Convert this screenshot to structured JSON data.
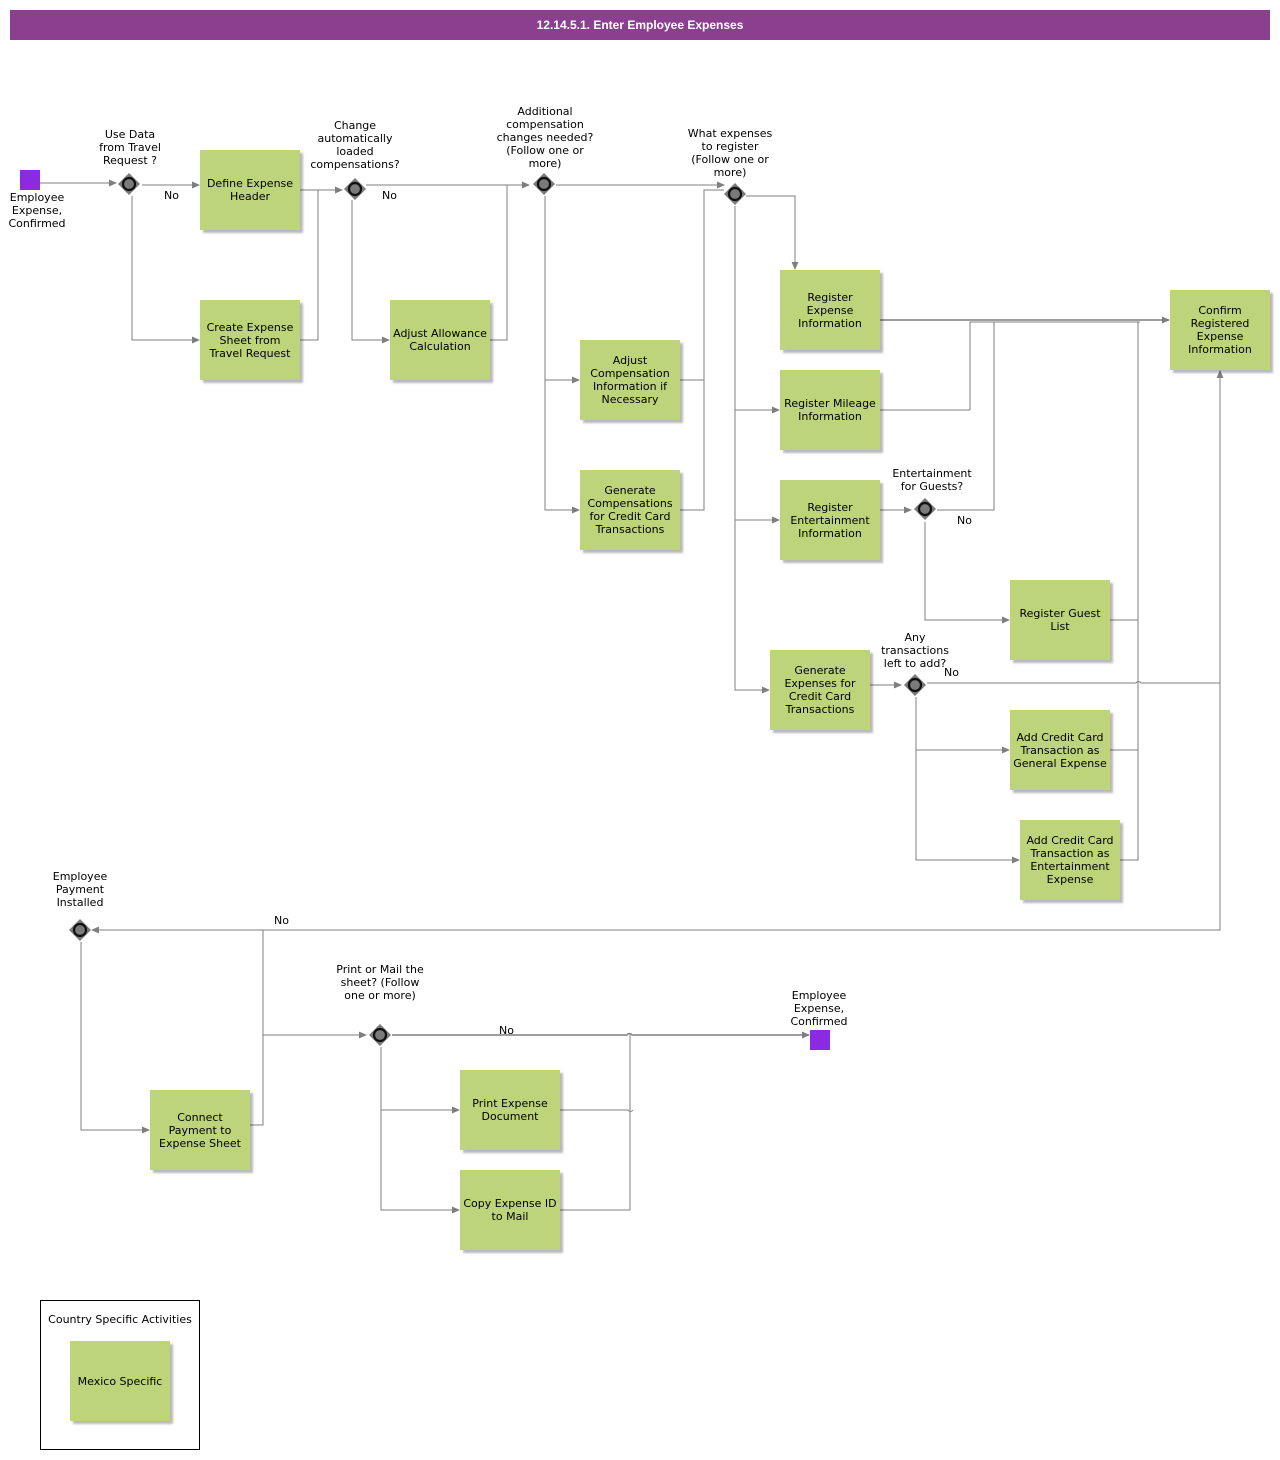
{
  "title": "12.14.5.1. Enter Employee Expenses",
  "colors": {
    "title_bar": "#8a3f8f",
    "task": "#bdd47a",
    "event": "#8a2be2",
    "connector": "#7f7f7f"
  },
  "events": {
    "start": "Employee Expense, Confirmed",
    "end": "Employee Expense, Confirmed"
  },
  "tasks": {
    "define_header": "Define Expense Header",
    "create_sheet": "Create Expense Sheet from Travel Request",
    "adjust_allowance": "Adjust Allowance Calculation",
    "adjust_compensation": "Adjust Compensation Information if Necessary",
    "generate_compensations": "Generate Compensations for Credit Card Transactions",
    "register_expense": "Register Expense Information",
    "register_mileage": "Register Mileage Information",
    "register_entertainment": "Register Entertainment Information",
    "register_guest": "Register Guest List",
    "generate_expenses_cc": "Generate Expenses for Credit Card Transactions",
    "add_cc_general": "Add Credit Card Transaction as General Expense",
    "add_cc_entertainment": "Add Credit Card Transaction as Entertainment Expense",
    "confirm": "Confirm Registered Expense Information",
    "connect_payment": "Connect Payment to Expense Sheet",
    "print_document": "Print Expense Document",
    "copy_id": "Copy Expense ID to Mail"
  },
  "gateways": {
    "use_data": "Use Data from Travel Request ?",
    "change_comp": "Change automatically loaded compensations?",
    "additional_comp": "Additional compensation changes needed? (Follow one or more)",
    "what_expenses": "What expenses to register (Follow one or more)",
    "entertainment_guests": "Entertainment for Guests?",
    "any_transactions": "Any transactions left to add?",
    "payment_installed": "Employee Payment Installed",
    "print_or_mail": "Print or Mail the sheet? (Follow one or more)"
  },
  "flow_labels": {
    "no": "No"
  },
  "legend": {
    "title": "Country Specific Activities",
    "item": "Mexico Specific"
  }
}
